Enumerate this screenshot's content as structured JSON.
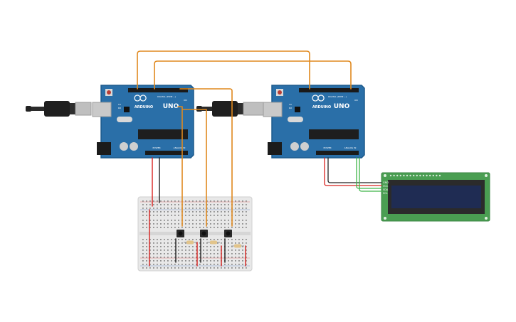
{
  "boards": [
    {
      "brand": "ARDUINO",
      "model": "UNO",
      "header_top": "DIGITAL (PWM ~)",
      "header_power": "POWER",
      "header_analog": "ANALOG IN",
      "tx": "TX",
      "rx": "RX",
      "on": "ON"
    },
    {
      "brand": "ARDUINO",
      "model": "UNO",
      "header_top": "DIGITAL (PWM ~)",
      "header_power": "POWER",
      "header_analog": "ANALOG IN",
      "tx": "TX",
      "rx": "RX",
      "on": "ON"
    }
  ],
  "lcd": {
    "pins": [
      "GND",
      "VCC",
      "SDA",
      "SCL"
    ]
  },
  "wire_colors": {
    "orange": "#e0891e",
    "red": "#d8211e",
    "black": "#222222",
    "green": "#3fb548"
  },
  "colors": {
    "board": "#2a6fa8",
    "board_edge": "#1d5a8c",
    "lcd_pcb": "#4a9e52",
    "lcd_screen": "#1f2c53",
    "breadboard": "#e6e6e6"
  }
}
